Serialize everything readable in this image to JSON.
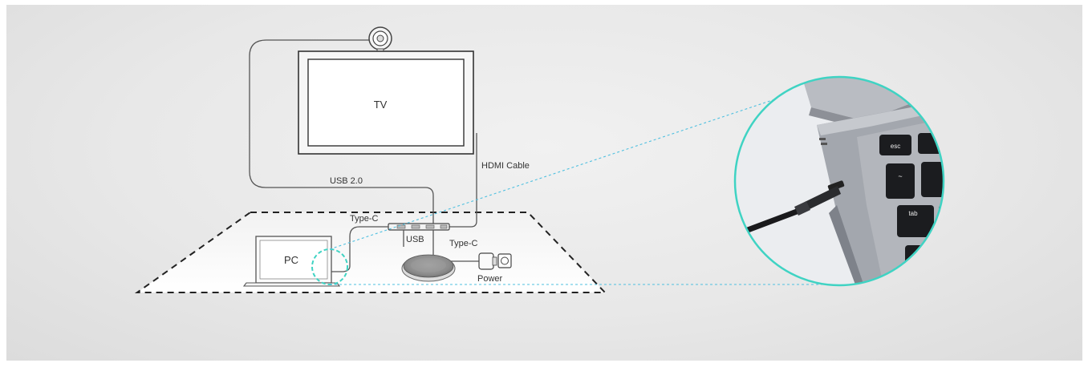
{
  "diagram": {
    "labels": {
      "tv": "TV",
      "usb20": "USB 2.0",
      "hdmi": "HDMI Cable",
      "typec_top": "Type-C",
      "usb": "USB",
      "typec_right": "Type-C",
      "power": "Power",
      "pc": "PC"
    },
    "zoom_keys": {
      "esc": "esc",
      "tab": "tab",
      "tilde": "~"
    },
    "colors": {
      "background": "#e9e9e9",
      "line": "#555555",
      "accent": "#3fd3c3",
      "zoom_ring": "#3fd3c3"
    }
  }
}
